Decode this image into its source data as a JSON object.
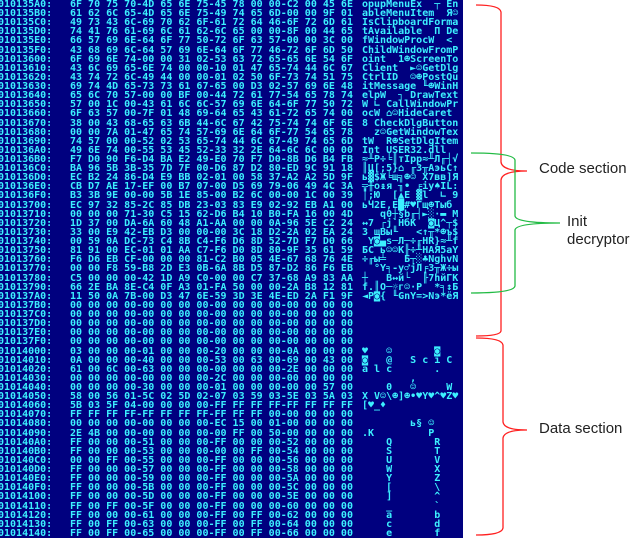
{
  "rows": [
    [
      "010135A0:",
      "6F 70 75 70-4D 65 6E 75-45 78 00 00-C2 00 45 6E",
      "opupMenuEx  ┬ En"
    ],
    [
      "010135B0:",
      "61 62 6C 65-4D 65 6E 75-49 74 65 6D-00 00 9F 01",
      "ableMenuItem  Я☺"
    ],
    [
      "010135C0:",
      "49 73 43 6C-69 70 62 6F-61 72 64 46-6F 72 6D 61",
      "IsClipboardForma"
    ],
    [
      "010135D0:",
      "74 41 76 61-69 6C 61 62-6C 65 00 00-8F 00 44 65",
      "tAvailable  П De"
    ],
    [
      "010135E0:",
      "66 57 69 6E-64 6F 77 50-72 6F 63 57-00 00 3C 00",
      "fWindowProcW  < "
    ],
    [
      "010135F0:",
      "43 68 69 6C-64 57 69 6E-64 6F 77 46-72 6F 6D 50",
      "ChildWindowFromP"
    ],
    [
      "01013600:",
      "6F 69 6E 74-00 00 31 02-53 63 72 65-65 6E 54 6F",
      "oint  1☻ScreenTo"
    ],
    [
      "01013610:",
      "43 6C 69 65-6E 74 00 00-10 01 47 65-74 44 6C 67",
      "Client  ►☺GetDlg"
    ],
    [
      "01013620:",
      "43 74 72 6C-49 44 00 00-01 02 50 6F-73 74 51 75",
      "CtrlID  ☺☻PostQu"
    ],
    [
      "01013630:",
      "69 74 4D 65-73 73 61 67-65 00 D3 02-57 69 6E 48",
      "itMessage ╙☻WinH"
    ],
    [
      "01013640:",
      "65 6C 70 57-00 00 BF 00-44 72 61 77-54 65 78 74",
      "elpW  ┐ DrawText"
    ],
    [
      "01013650:",
      "57 00 1C 00-43 61 6C 6C-57 69 6E 64-6F 77 50 72",
      "W ∟ CallWindowPr"
    ],
    [
      "01013660:",
      "6F 63 57 00-7F 01 48 69-64 65 43 61-72 65 74 00",
      "ocW ⌂☺HideCaret "
    ],
    [
      "01013670:",
      "38 00 43 68-65 63 6B 44-6C 67 42 75-74 74 6F 6E",
      "8 CheckDlgButton"
    ],
    [
      "01013680:",
      "00 00 7A 01-47 65 74 57-69 6E 64 6F-77 54 65 78",
      "  z☺GetWindowTex"
    ],
    [
      "01013690:",
      "74 57 00 00-52 02 53 65-74 44 6C 67-49 74 65 6D",
      "tW  R☻SetDlgItem"
    ],
    [
      "010136A0:",
      "49 6E 74 00-55 53 45 52-33 32 2E 64-6C 6C 00 00",
      "Int USER32.dll  "
    ],
    [
      "010136B0:",
      "F7 D0 90 F6-D4 BA E2 49-E0 70 F7 D0-8B D6 B4 FB",
      "≈╨Р÷╘║тIрp≈╨Л╓┤√"
    ],
    [
      "010136C0:",
      "BA 96 5B 3B-35 7D 7F 00-D6 87 D2 80-ED 9C 91 18",
      "║Ц[;5}⌂ ╓З╥АэьС↑"
    ],
    [
      "010136D0:",
      "EC B2 24 86-D4 E9 BB 02-01 00 58 37-A2 A2 5D 9F",
      "ь▓$Ж╘щ╗☻☺ X7вв]Я"
    ],
    [
      "010136E0:",
      "CB D7 AE 17-EF 00 B7 07-00 D5 69 79-06 49 4C 3A",
      "╦╫о↨я ╖• ╒iy♠IL:"
    ],
    [
      "010136F0:",
      "B3 3B 9E 00-00 5B 1E 85-00 B2 6C 00-00 1C 00 39",
      "│;Ю  [▲Е ▓l  ∟ 9"
    ],
    [
      "01013700:",
      "EC 97 32 85-2C 85 DB 23-03 83 E9 02-92 EB A1 00",
      "ьЧ2Е,Е█#♥Гщ☻Тыб "
    ],
    [
      "01013710:",
      "00 00 00 71-30 C5 15 62-D6 B4 10 B0-FA 16 00 4D",
      "   q0┼§b╓┤►░·▬ M"
    ],
    [
      "01013720:",
      "1D 37 00 DA-6A 60 48 A1-AA 00 00 0A-96 5E C2 24",
      "↔7 ┌j`HбК  ◙Ц^┬$"
    ],
    [
      "01013730:",
      "33 00 E9 42-EB D3 00 00-00 3C 18 D2-2A 02 EA 24",
      "3 щBы╙   <↑╥*☻ъ$"
    ],
    [
      "01013740:",
      "00 59 0A DC-73 C4 8B C4-F6 D6 8D 52-7D F7 D0 66",
      " Y◙▄s─Л─÷╓НR}≈╨f"
    ],
    [
      "01013750:",
      "81 91 00 EC-01 01 AA C7-F6 D0 8D 80-9F 35 61 59",
      "БС ь☺☺К╟÷╨НАЯ5aY"
    ],
    [
      "01013760:",
      "F6 D6 EB CF-00 00 00 81-C2 B0 05 4E-67 68 76 4E",
      "÷╓ы╧   Б┬░♣NghvN"
    ],
    [
      "01013770:",
      "00 00 F8 59-B8 2D E3 0B-6A 8B D5 87-D2 86 F6 EB",
      "  °Y╕-у♂jЛ╒З╥Ж÷ы"
    ],
    [
      "01013780:",
      "C5 00 00 00-42 1D A9 C0-00 00 C7 37-68 A9 83 AA",
      "┼   B↔й└  ╟7hйГК"
    ],
    [
      "01013790:",
      "66 2E BA 8E-C4 0F A3 01-FA 50 00 00-2A B8 12 81",
      "f.║О─☼г☺·P  *╕↕Б"
    ],
    [
      "010137A0:",
      "11 50 0A 7B-00 D3 47 6E-59 3D 3E 4E-ED 2A F1 9F",
      "◄P◙{ ╙GnY=>Nэ*ёЯ"
    ],
    [
      "010137B0:",
      "00 00 00 00-00 00 00 00-00 00 00 00-00 00 00 00",
      ""
    ],
    [
      "010137C0:",
      "00 00 00 00-00 00 00 00-00 00 00 00-00 00 00 00",
      ""
    ],
    [
      "010137D0:",
      "00 00 00 00-00 00 00 00-00 00 00 00-00 00 00 00",
      ""
    ],
    [
      "010137E0:",
      "00 00 00 00-00 00 00 00-00 00 00 00-00 00 00 00",
      ""
    ],
    [
      "010137F0:",
      "00 00 00 00-00 00 00 00-00 00 00 00-00 00 00 00",
      ""
    ],
    [
      "01014000:",
      "03 00 00 00-01 00 00 00-20 00 00 00-0A 00 00 00",
      "♥   ☺       ◙   "
    ],
    [
      "01014010:",
      "0A 00 00 00-40 00 00 00-53 00 63 00-69 00 43 00",
      "◙   @   S c i C "
    ],
    [
      "01014020:",
      "61 00 6C 00-63 00 00 00-00 00 00 00-2E 00 00 00",
      "a l c       .   "
    ],
    [
      "01014030:",
      "00 00 00 00-00 00 00 00-2C 00 00 00-00 00 00 00",
      "        ,       "
    ],
    [
      "01014040:",
      "00 00 00 00-30 00 00 00-01 00 00 00-00 00 57 00",
      "    0   ☺     W "
    ],
    [
      "01014050:",
      "58 00 56 01-5C 02 5D 02-07 03 59 03-5E 03 5A 03",
      "X V☺\\☻]☻•♥Y♥^♥Z♥"
    ],
    [
      "01014060:",
      "5B 03 5F 04-00 00 00 00-FF FF FF FF-FF FF FF FF",
      "[♥_♦            "
    ],
    [
      "01014070:",
      "FF FF FF FF-FF FF FF FF-FF FF FF 00-00 00 00 00",
      ""
    ],
    [
      "01014080:",
      "00 00 00 00-00 00 00 00-EC 15 00 01-00 00 00 00",
      "        ь§ ☺    "
    ],
    [
      "01014090:",
      "2E 4B 00 00-00 00 00 00-00 FF 00 50-00 00 00 00",
      ".K         P    "
    ],
    [
      "010140A0:",
      "FF 00 00 00-51 00 00 00-FF 00 00 00-52 00 00 00",
      "    Q       R   "
    ],
    [
      "010140B0:",
      "FF 00 00 00-53 00 00 00-00 00 FF 00-54 00 00 00",
      "    S       T   "
    ],
    [
      "010140C0:",
      "00 00 FF 00-55 00 00 00-FF 00 00 00-56 00 00 00",
      "    U       V   "
    ],
    [
      "010140D0:",
      "FF 00 00 00-57 00 00 00-FF 00 00 00-58 00 00 00",
      "    W       X   "
    ],
    [
      "010140E0:",
      "FF 00 00 00-59 00 00 00-FF 00 00 00-5A 00 00 00",
      "    Y       Z   "
    ],
    [
      "010140F0:",
      "FF 00 00 00-5B 00 00 00-FF 00 00 00-5C 00 00 00",
      "    [       \\   "
    ],
    [
      "01014100:",
      "FF 00 00 00-5D 00 00 00-FF 00 00 00-5E 00 00 00",
      "    ]       ^   "
    ],
    [
      "01014110:",
      "FF 00 FF 00-5F 00 00 00-FF 00 00 00-60 00 00 00",
      "    _       `   "
    ],
    [
      "01014120:",
      "FF 00 00 00-61 00 00 00-FF 00 FF 00-62 00 00 00",
      "    a       b   "
    ],
    [
      "01014130:",
      "FF 00 FF 00-63 00 00 00-FF 00 FF 00-64 00 00 00",
      "    c       d   "
    ],
    [
      "01014140:",
      "FF 00 FF 00-65 00 00 00-FF 00 FF 00-66 00 00 00",
      "    e       f   "
    ]
  ],
  "annotations": {
    "code_section": "Code section",
    "init_decryptor": "Init decryptor",
    "data_section": "Data section"
  },
  "colors": {
    "background": "#00007f",
    "text": "#3cf0ff",
    "code_brace": "#ff2020",
    "init_brace": "#22bb44",
    "data_brace": "#ff2020"
  }
}
